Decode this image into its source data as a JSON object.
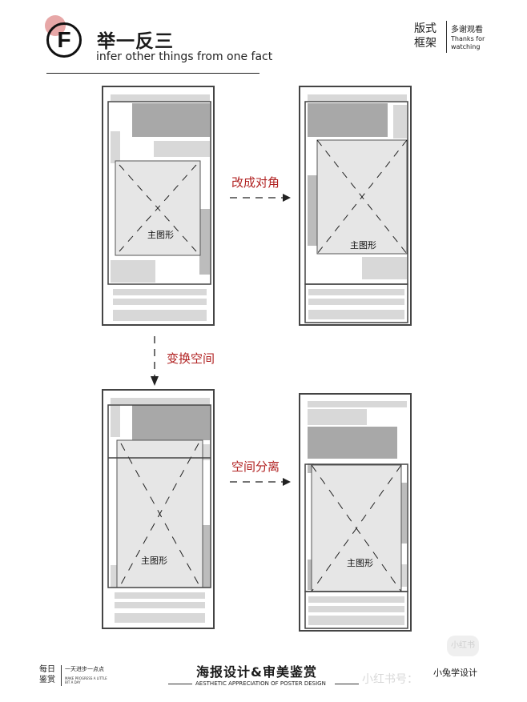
{
  "header": {
    "logo_letter": "F",
    "title_cn": "举一反三",
    "title_en": "infer other things from one fact",
    "top_right_cn": "版式 框架",
    "thanks_cn": "多谢观看",
    "thanks_en": "Thanks for watching"
  },
  "diagram": {
    "main_figure_label": "主图形",
    "annotations": {
      "diagonal": "改成对角",
      "transform_space": "变换空间",
      "separate_space": "空间分离"
    }
  },
  "footer": {
    "left_cn": "每日 鉴赏",
    "left_tagline": "一天进步一点点",
    "left_en": "MAKE PROGRESS A LITTLE BIT A DAY",
    "center_cn": "海报设计&审美鉴赏",
    "center_en": "AESTHETIC APPRECIATION OF POSTER DESIGN",
    "right_cn": "小兔学设计",
    "watermark_text": "小红书号：",
    "watermark_badge": "小红书"
  }
}
